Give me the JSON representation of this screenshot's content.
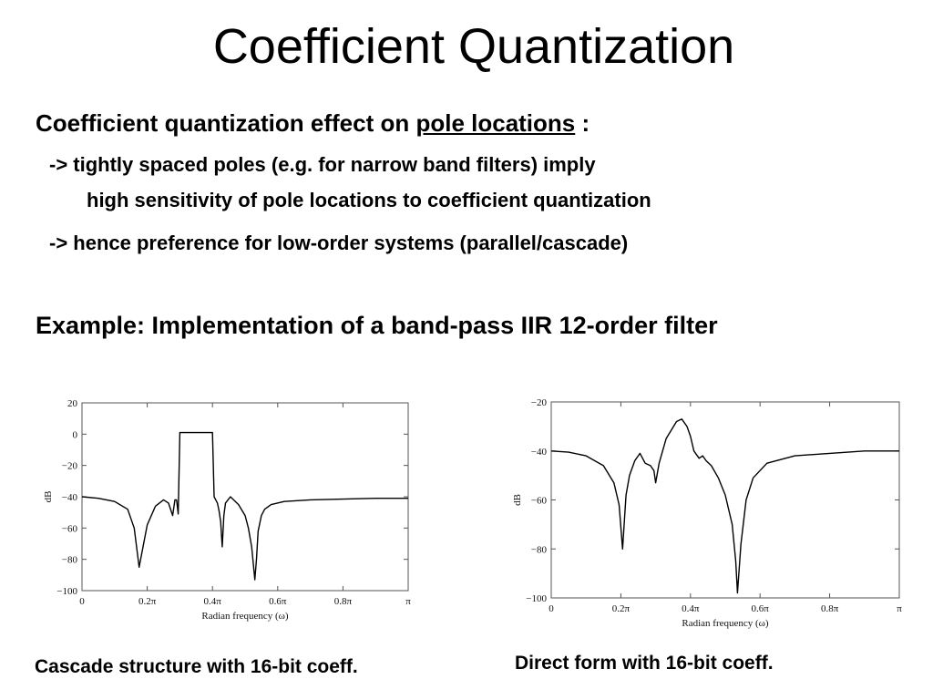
{
  "slide": {
    "title": "Coefficient Quantization",
    "heading1_pre": "Coefficient quantization effect on ",
    "heading1_link": "pole locations",
    "heading1_post": " :",
    "bullet1_line1": "-> tightly spaced poles (e.g. for narrow band filters) imply",
    "bullet1_line2": "high sensitivity of pole locations to coefficient quantization",
    "bullet2": "->  hence preference for low-order systems (parallel/cascade)",
    "example_heading": "Example: Implementation of a band-pass IIR 12-order filter",
    "caption_left": "Cascade structure with 16-bit coeff.",
    "caption_right": "Direct form with 16-bit coeff."
  },
  "chart_data": [
    {
      "type": "line",
      "xlabel": "Radian frequency (ω)",
      "ylabel": "dB",
      "xlim": [
        0,
        1
      ],
      "ylim": [
        -100,
        20
      ],
      "yticks": [
        20,
        0,
        -20,
        -40,
        -60,
        -80,
        -100
      ],
      "ytick_labels": [
        "20",
        "0",
        "−20",
        "−40",
        "−60",
        "−80",
        "−100"
      ],
      "xticks": [
        0,
        0.2,
        0.4,
        0.6,
        0.8,
        1.0
      ],
      "xtick_labels": [
        "0",
        "0.2π",
        "0.4π",
        "0.6π",
        "0.8π",
        "π"
      ],
      "grid": false,
      "series": [
        {
          "x": [
            0,
            0.05,
            0.1,
            0.14,
            0.16,
            0.175,
            0.2,
            0.225,
            0.25,
            0.265,
            0.278,
            0.285,
            0.29,
            0.295,
            0.3,
            0.305,
            0.31,
            0.33,
            0.36,
            0.39,
            0.4,
            0.405,
            0.41,
            0.415,
            0.42,
            0.425,
            0.43,
            0.435,
            0.44,
            0.455,
            0.48,
            0.5,
            0.51,
            0.52,
            0.53,
            0.535,
            0.54,
            0.55,
            0.56,
            0.58,
            0.62,
            0.7,
            0.8,
            0.9,
            1.0
          ],
          "y": [
            -40,
            -41,
            -43,
            -48,
            -60,
            -85,
            -58,
            -46,
            -42,
            -44,
            -52,
            -42,
            -42,
            -51,
            1,
            1,
            1,
            1,
            1,
            1,
            1,
            -40,
            -42,
            -44,
            -49,
            -56,
            -72,
            -52,
            -44,
            -40,
            -45,
            -52,
            -60,
            -72,
            -93,
            -80,
            -62,
            -52,
            -48,
            -45,
            -43,
            -42,
            -41.5,
            -41,
            -41
          ]
        }
      ]
    },
    {
      "type": "line",
      "xlabel": "Radian frequency (ω)",
      "ylabel": "dB",
      "xlim": [
        0,
        1
      ],
      "ylim": [
        -100,
        -20
      ],
      "yticks": [
        -20,
        -40,
        -60,
        -80,
        -100
      ],
      "ytick_labels": [
        "−20",
        "−40",
        "−60",
        "−80",
        "−100"
      ],
      "xticks": [
        0,
        0.2,
        0.4,
        0.6,
        0.8,
        1.0
      ],
      "xtick_labels": [
        "0",
        "0.2π",
        "0.4π",
        "0.6π",
        "0.8π",
        "π"
      ],
      "grid": false,
      "series": [
        {
          "x": [
            0,
            0.05,
            0.1,
            0.15,
            0.18,
            0.195,
            0.205,
            0.215,
            0.225,
            0.24,
            0.255,
            0.27,
            0.285,
            0.295,
            0.3,
            0.31,
            0.33,
            0.36,
            0.375,
            0.39,
            0.4,
            0.41,
            0.425,
            0.435,
            0.445,
            0.46,
            0.48,
            0.5,
            0.52,
            0.53,
            0.535,
            0.545,
            0.56,
            0.58,
            0.62,
            0.7,
            0.8,
            0.9,
            1.0
          ],
          "y": [
            -40,
            -40.5,
            -42,
            -46,
            -53,
            -62,
            -80,
            -58,
            -50,
            -44,
            -41,
            -45,
            -46,
            -48,
            -53,
            -45,
            -35,
            -28,
            -27,
            -30,
            -34,
            -40,
            -43,
            -42,
            -44,
            -46,
            -51,
            -58,
            -70,
            -85,
            -98,
            -78,
            -60,
            -51,
            -45,
            -42,
            -41,
            -40,
            -40
          ]
        }
      ]
    }
  ]
}
